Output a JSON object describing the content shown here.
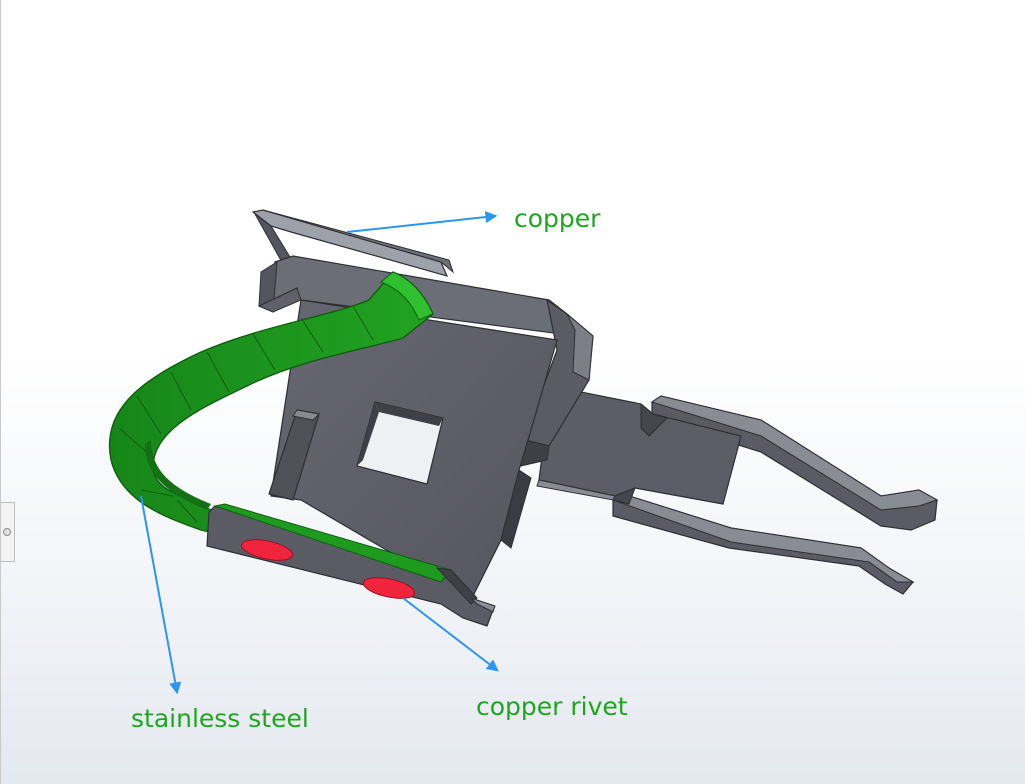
{
  "labels": {
    "copper": "copper",
    "stainless_steel": "stainless steel",
    "copper_rivet": "copper rivet"
  },
  "colors": {
    "label_text": "#1fa51f",
    "arrow": "#2b95f0",
    "metal_face": "#5c5d66",
    "metal_dark": "#3e3f47",
    "metal_light": "#8b8d96",
    "spring_green": "#1e9a1e",
    "spring_dark": "#137013",
    "rivet_red": "#f0243c"
  },
  "icons": {
    "side_handle": "panel-grip-icon"
  }
}
